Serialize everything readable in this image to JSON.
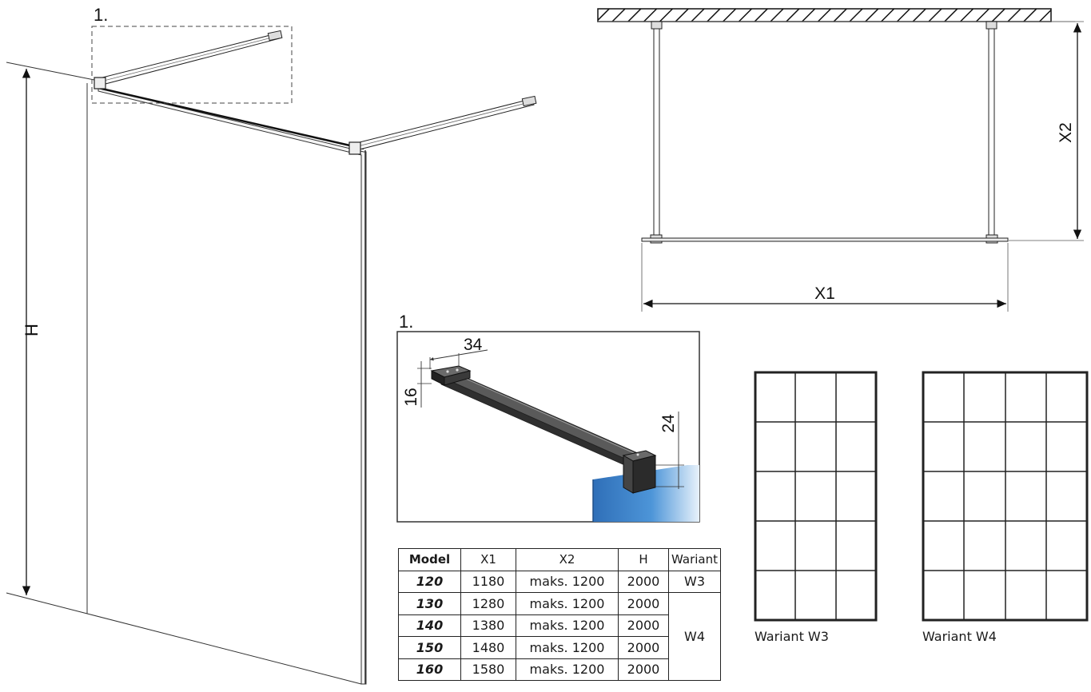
{
  "callout_label": "1.",
  "detail_label": "1.",
  "dimensions": {
    "height": "H",
    "width_span": "X1",
    "arm_length": "X2",
    "arm_width": "34",
    "arm_height": "16",
    "clamp_height": "24"
  },
  "table": {
    "headers": [
      "Model",
      "X1",
      "X2",
      "H",
      "Wariant"
    ],
    "rows": [
      {
        "model": "120",
        "x1": "1180",
        "x2": "maks. 1200",
        "h": "2000",
        "variant": "W3"
      },
      {
        "model": "130",
        "x1": "1280",
        "x2": "maks. 1200",
        "h": "2000",
        "variant": "W4"
      },
      {
        "model": "140",
        "x1": "1380",
        "x2": "maks. 1200",
        "h": "2000",
        "variant": "W4"
      },
      {
        "model": "150",
        "x1": "1480",
        "x2": "maks. 1200",
        "h": "2000",
        "variant": "W4"
      },
      {
        "model": "160",
        "x1": "1580",
        "x2": "maks. 1200",
        "h": "2000",
        "variant": "W4"
      }
    ]
  },
  "variants": [
    {
      "caption": "Wariant W3",
      "columns": 3,
      "rows": 5
    },
    {
      "caption": "Wariant W4",
      "columns": 4,
      "rows": 5
    }
  ]
}
